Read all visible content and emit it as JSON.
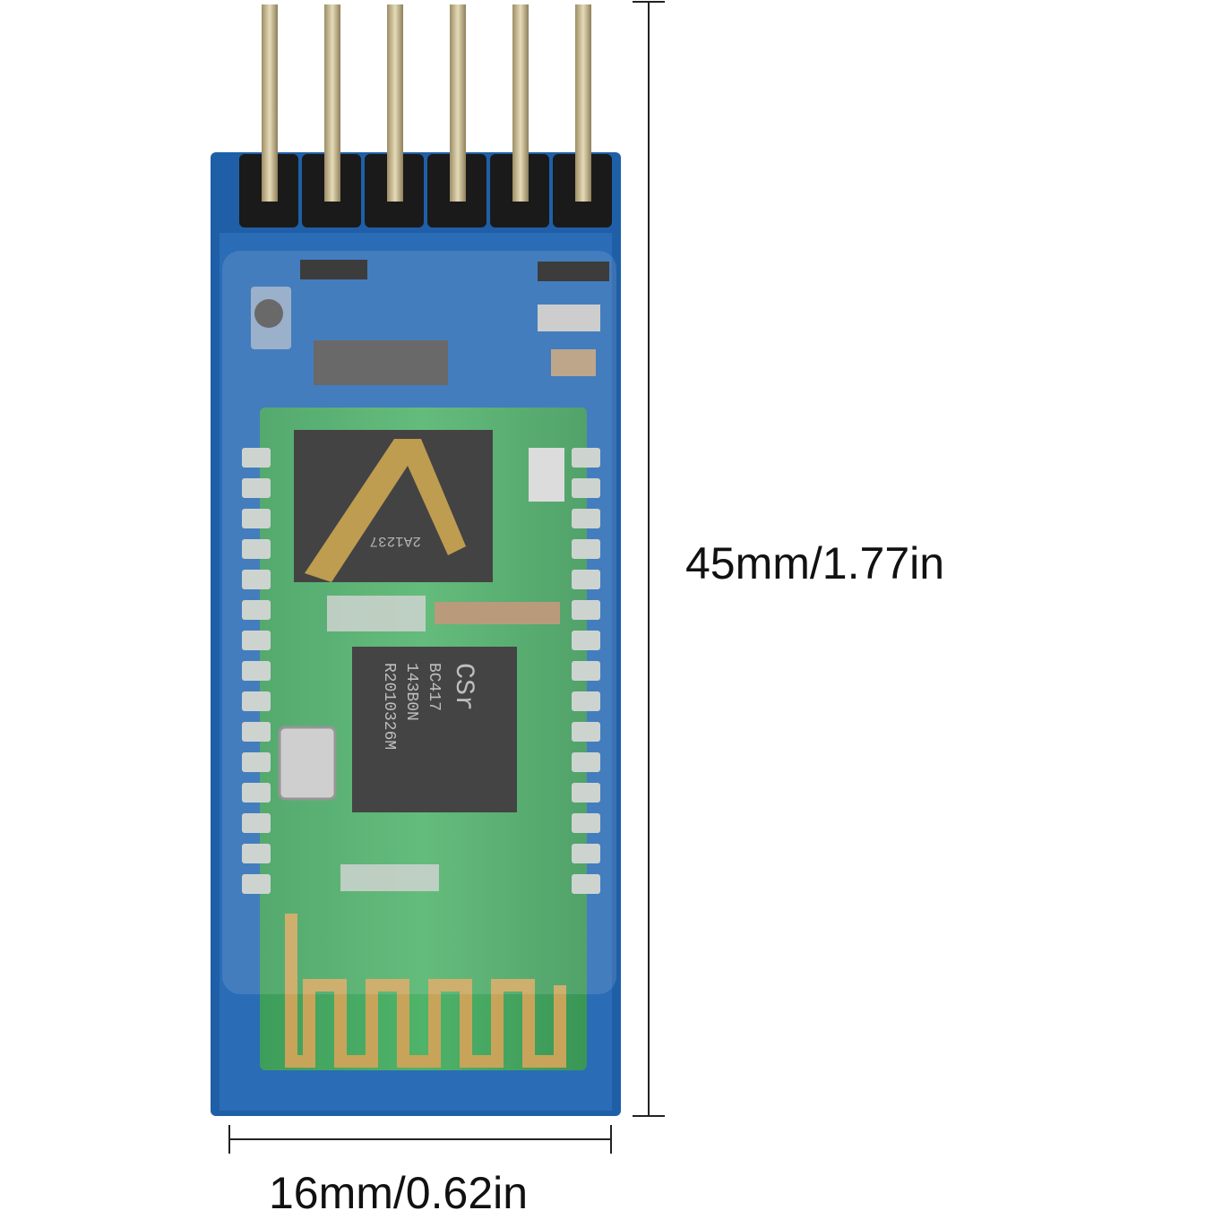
{
  "product": {
    "name_visible": "",
    "chip_markings": {
      "flash_chip": [
        "2A1237"
      ],
      "bt_chip_brand": "CSr",
      "bt_chip_lines": [
        "BC417",
        "143B0N",
        "R2010326M"
      ]
    }
  },
  "dimensions": {
    "height_label": "45mm/1.77in",
    "width_label": "16mm/0.62in"
  },
  "colors": {
    "pcb_blue": "#1f5fa8",
    "module_green": "#3aa35a",
    "pin_gold": "#c9b98a",
    "header_black": "#1a1a1a",
    "antenna_gold": "#c8a45a"
  },
  "pin_count": 6
}
